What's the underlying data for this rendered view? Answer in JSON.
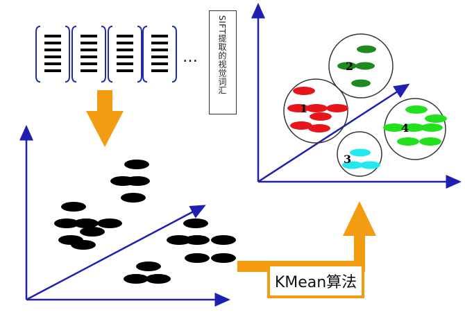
{
  "caption": "SIFT提取的视觉词汇",
  "ellipsis": "…",
  "algorithm_label": "KMean算法",
  "cluster_labels": [
    "1",
    "2",
    "3",
    "4"
  ],
  "colors": {
    "arrow": "#f39c12",
    "axis": "#1f1fb0",
    "points": "#000000",
    "cluster1": "#e8141b",
    "cluster2": "#1f8a1f",
    "cluster3": "#22e8f0",
    "cluster4": "#22e01e"
  }
}
